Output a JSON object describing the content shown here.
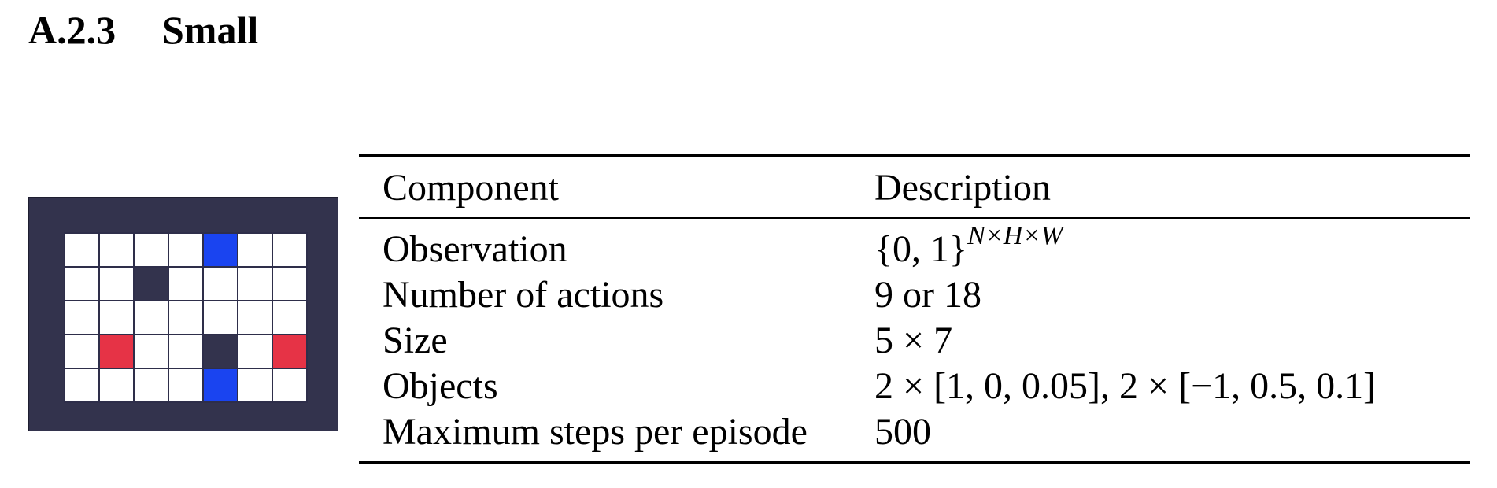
{
  "section": {
    "number": "A.2.3",
    "title": "Small"
  },
  "grid_figure": {
    "rows": 5,
    "cols": 7,
    "cells": [
      [
        "empty",
        "empty",
        "empty",
        "empty",
        "blue",
        "empty",
        "empty"
      ],
      [
        "empty",
        "empty",
        "dark",
        "empty",
        "empty",
        "empty",
        "empty"
      ],
      [
        "empty",
        "empty",
        "empty",
        "empty",
        "empty",
        "empty",
        "empty"
      ],
      [
        "empty",
        "red",
        "empty",
        "empty",
        "dark",
        "empty",
        "red"
      ],
      [
        "empty",
        "empty",
        "empty",
        "empty",
        "blue",
        "empty",
        "empty"
      ]
    ],
    "colors": {
      "frame": "#33334d",
      "blue": "#1a44f0",
      "dark": "#33334d",
      "red": "#e63346",
      "empty": "#ffffff"
    }
  },
  "table": {
    "headers": {
      "component": "Component",
      "description": "Description"
    },
    "rows": [
      {
        "component": "Observation",
        "description_base": "{0, 1}",
        "description_sup": "N×H×W"
      },
      {
        "component": "Number of actions",
        "description": "9 or 18"
      },
      {
        "component": "Size",
        "description": "5 × 7"
      },
      {
        "component": "Objects",
        "description": "2 × [1, 0, 0.05], 2 × [−1, 0.5, 0.1]"
      },
      {
        "component": "Maximum steps per episode",
        "description": "500"
      }
    ]
  }
}
